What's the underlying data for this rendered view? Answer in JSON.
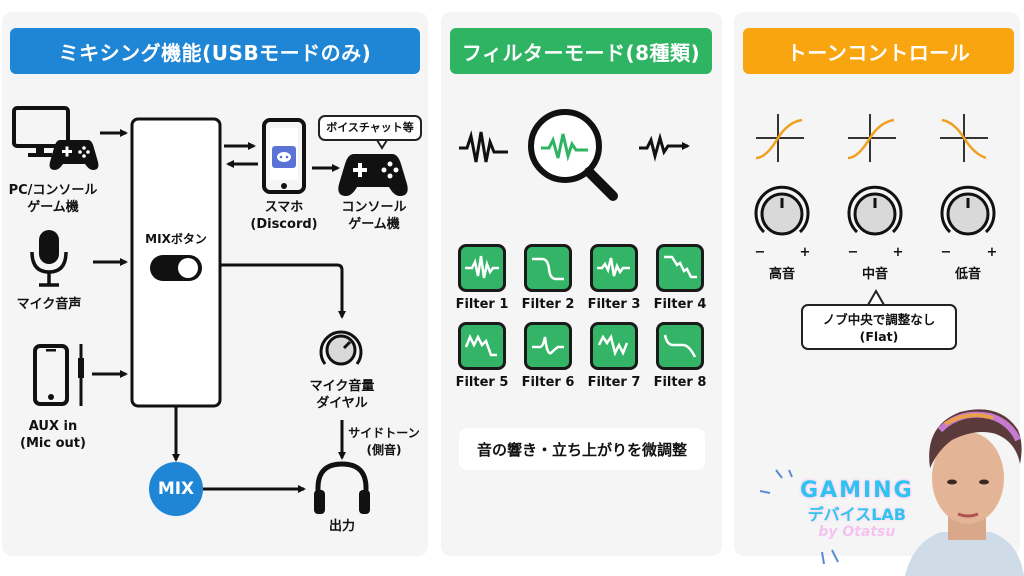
{
  "mixing": {
    "title": "ミキシング機能(USBモードのみ)",
    "header_color": "#1f86d6",
    "pc_console_label": "PC/コンソール",
    "pc_console_label2": "ゲーム機",
    "mic_label": "マイク音声",
    "aux_label": "AUX in",
    "aux_label2": "(Mic out)",
    "mix_button_label": "MIXボタン",
    "phone_label": "スマホ",
    "phone_label2": "(Discord)",
    "console_label": "コンソール",
    "console_label2": "ゲーム機",
    "voice_chat_callout": "ボイスチャット等",
    "mic_volume_label": "マイク音量",
    "mic_volume_label2": "ダイヤル",
    "sidetone_label": "サイドトーン",
    "sidetone_label2": "(側音)",
    "mix_node_label": "MIX",
    "output_label": "出力",
    "mix_node_color": "#1f86d6",
    "discord_color": "#5b73d6"
  },
  "filter": {
    "title": "フィルターモード(8種類)",
    "header_color": "#2fb463",
    "filters": [
      {
        "label": "Filter 1"
      },
      {
        "label": "Filter 2"
      },
      {
        "label": "Filter 3"
      },
      {
        "label": "Filter 4"
      },
      {
        "label": "Filter 5"
      },
      {
        "label": "Filter 6"
      },
      {
        "label": "Filter 7"
      },
      {
        "label": "Filter 8"
      }
    ],
    "note": "音の響き・立ち上がりを微調整"
  },
  "tone": {
    "title": "トーンコントロール",
    "header_color": "#f9a50f",
    "knobs": [
      {
        "label": "高音",
        "minus": "−",
        "plus": "+"
      },
      {
        "label": "中音",
        "minus": "−",
        "plus": "+"
      },
      {
        "label": "低音",
        "minus": "−",
        "plus": "+"
      }
    ],
    "callout_line1": "ノブ中央で調整なし",
    "callout_line2": "(Flat)"
  },
  "brand": {
    "line1": "GAMING",
    "line2": "デバイスLAB",
    "line3": "by Otatsu"
  }
}
